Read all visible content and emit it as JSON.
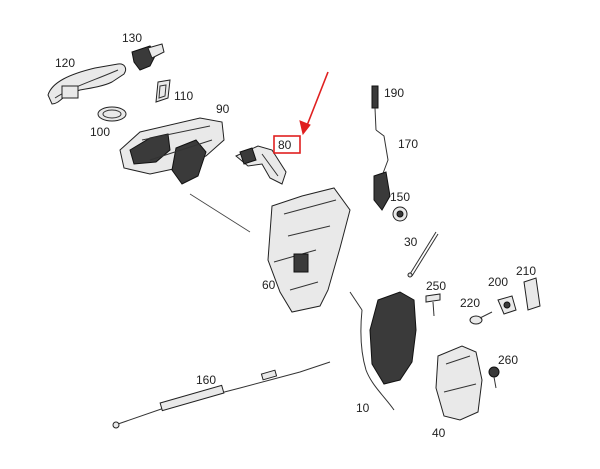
{
  "diagram": {
    "callouts": [
      {
        "id": "120",
        "text": "120"
      },
      {
        "id": "130",
        "text": "130"
      },
      {
        "id": "110",
        "text": "110"
      },
      {
        "id": "100",
        "text": "100"
      },
      {
        "id": "90",
        "text": "90"
      },
      {
        "id": "80",
        "text": "80"
      },
      {
        "id": "190",
        "text": "190"
      },
      {
        "id": "170",
        "text": "170"
      },
      {
        "id": "150",
        "text": "150"
      },
      {
        "id": "30",
        "text": "30"
      },
      {
        "id": "60",
        "text": "60"
      },
      {
        "id": "250",
        "text": "250"
      },
      {
        "id": "200",
        "text": "200"
      },
      {
        "id": "210",
        "text": "210"
      },
      {
        "id": "220",
        "text": "220"
      },
      {
        "id": "260",
        "text": "260"
      },
      {
        "id": "160",
        "text": "160"
      },
      {
        "id": "10",
        "text": "10"
      },
      {
        "id": "40",
        "text": "40"
      }
    ],
    "highlight": {
      "callout": "80",
      "color": "#e02020"
    }
  }
}
